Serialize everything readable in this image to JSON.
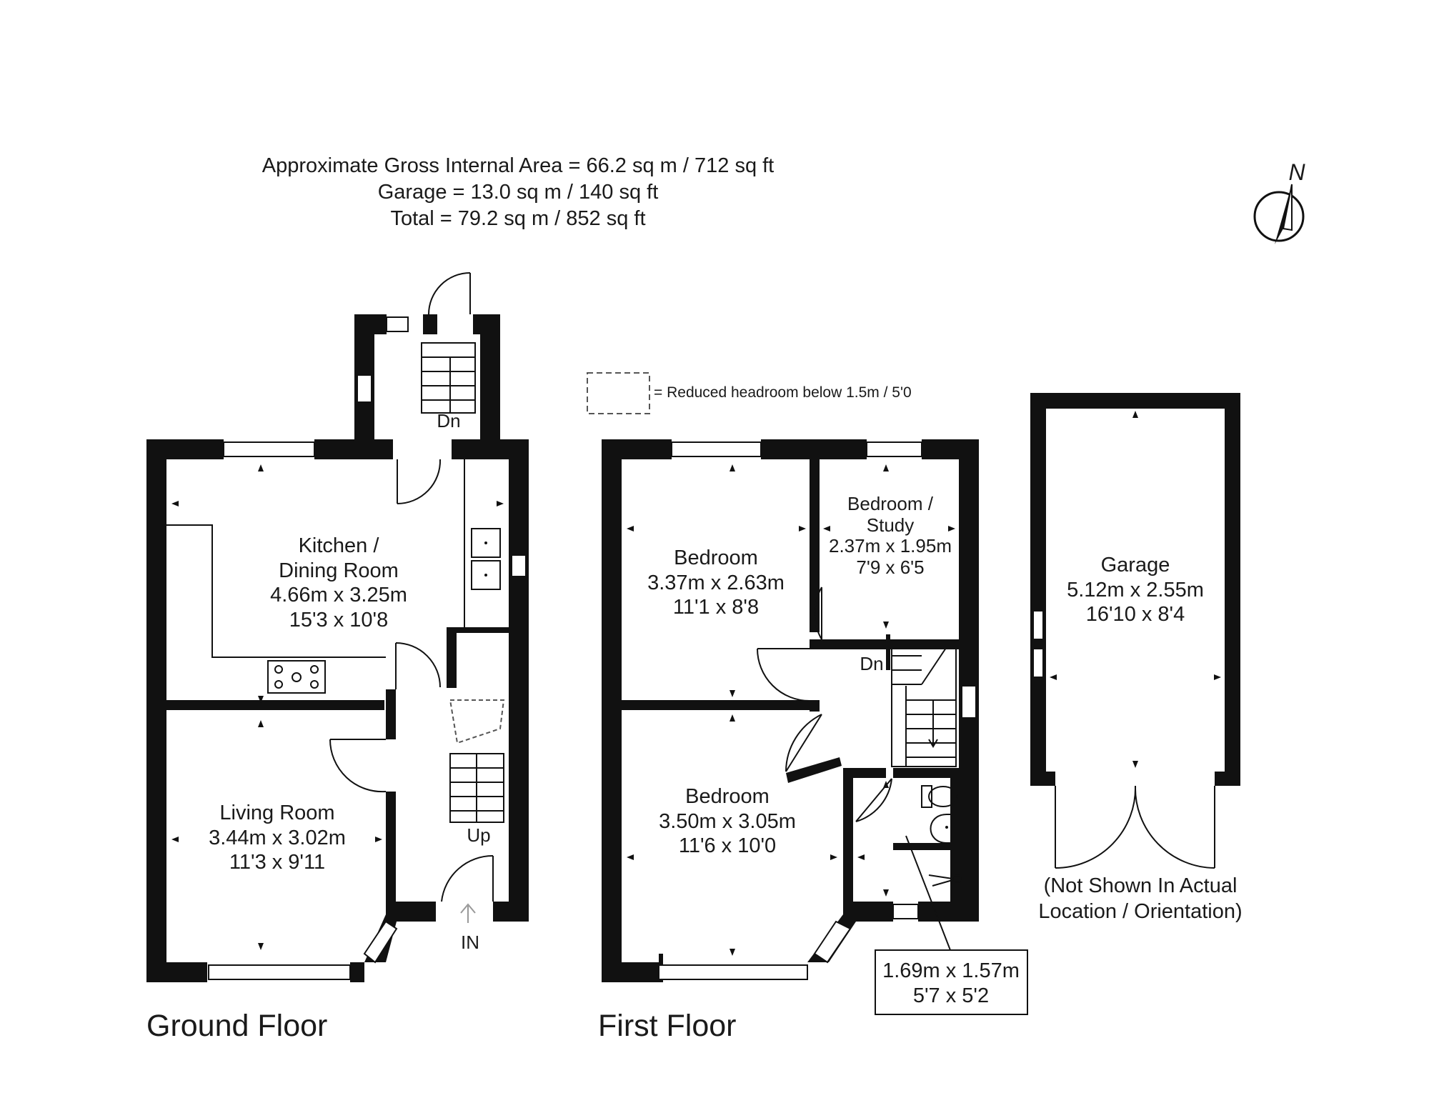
{
  "header": {
    "line1": "Approximate Gross Internal Area = 66.2 sq m / 712 sq ft",
    "line2": "Garage = 13.0 sq m / 140 sq ft",
    "line3": "Total = 79.2 sq m / 852 sq ft"
  },
  "compass": {
    "label": "N",
    "icon": "north-arrow-icon"
  },
  "legend": {
    "text": "= Reduced headroom below 1.5m / 5'0"
  },
  "ground_floor": {
    "title": "Ground Floor",
    "kitchen": {
      "name1": "Kitchen /",
      "name2": "Dining Room",
      "metric": "4.66m x 3.25m",
      "imperial": "15'3 x 10'8"
    },
    "living": {
      "name": "Living Room",
      "metric": "3.44m x 3.02m",
      "imperial": "11'3 x 9'11"
    },
    "stairs_up": "Up",
    "stairs_dn": "Dn",
    "entrance": "IN"
  },
  "first_floor": {
    "title": "First Floor",
    "bedroom1": {
      "name": "Bedroom",
      "metric": "3.37m x 2.63m",
      "imperial": "11'1 x 8'8"
    },
    "study": {
      "name1": "Bedroom /",
      "name2": "Study",
      "metric": "2.37m x 1.95m",
      "imperial": "7'9 x 6'5"
    },
    "bedroom2": {
      "name": "Bedroom",
      "metric": "3.50m x 3.05m",
      "imperial": "11'6 x 10'0"
    },
    "stairs_dn": "Dn",
    "bathroom": {
      "metric": "1.69m x 1.57m",
      "imperial": "5'7 x 5'2"
    }
  },
  "garage": {
    "name": "Garage",
    "metric": "5.12m x 2.55m",
    "imperial": "16'10 x 8'4",
    "note1": "(Not Shown In Actual",
    "note2": "Location / Orientation)"
  }
}
